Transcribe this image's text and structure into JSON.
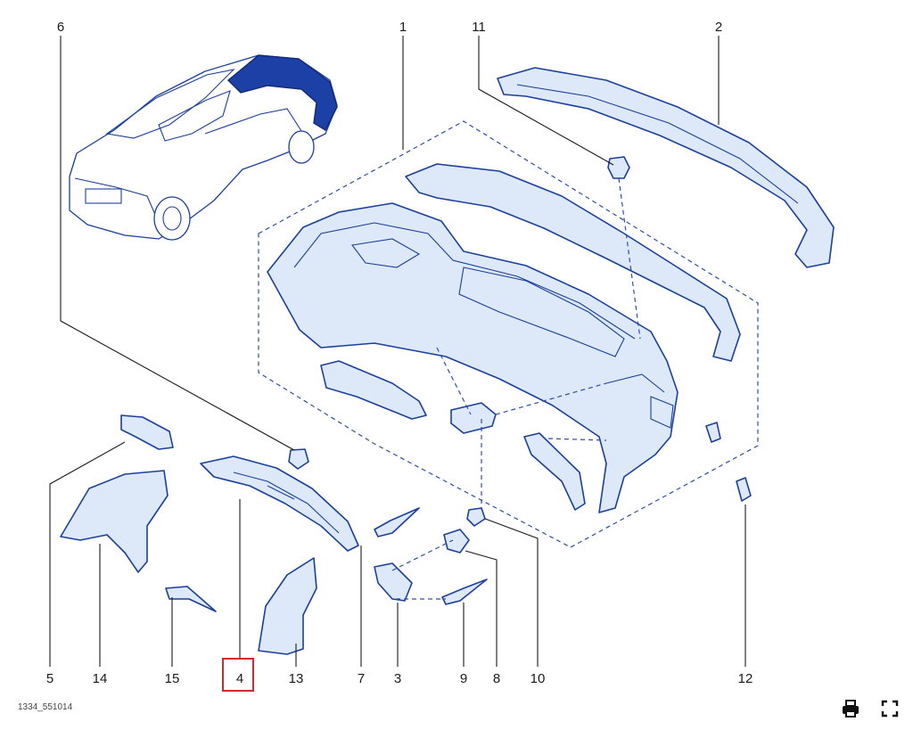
{
  "callouts": [
    {
      "label": "1"
    },
    {
      "label": "2"
    },
    {
      "label": "3"
    },
    {
      "label": "4"
    },
    {
      "label": "5"
    },
    {
      "label": "6"
    },
    {
      "label": "7"
    },
    {
      "label": "8"
    },
    {
      "label": "9"
    },
    {
      "label": "10"
    },
    {
      "label": "11"
    },
    {
      "label": "12"
    },
    {
      "label": "13"
    },
    {
      "label": "14"
    },
    {
      "label": "15"
    }
  ],
  "highlighted_label": "4",
  "reference_code": "1334_551014",
  "toolbar": {
    "print_icon": "printer-icon",
    "fullscreen_icon": "fullscreen-icon"
  },
  "colors": {
    "line": "#1b3f9c",
    "fill": "#dde9f8",
    "highlight": "#d62828"
  }
}
